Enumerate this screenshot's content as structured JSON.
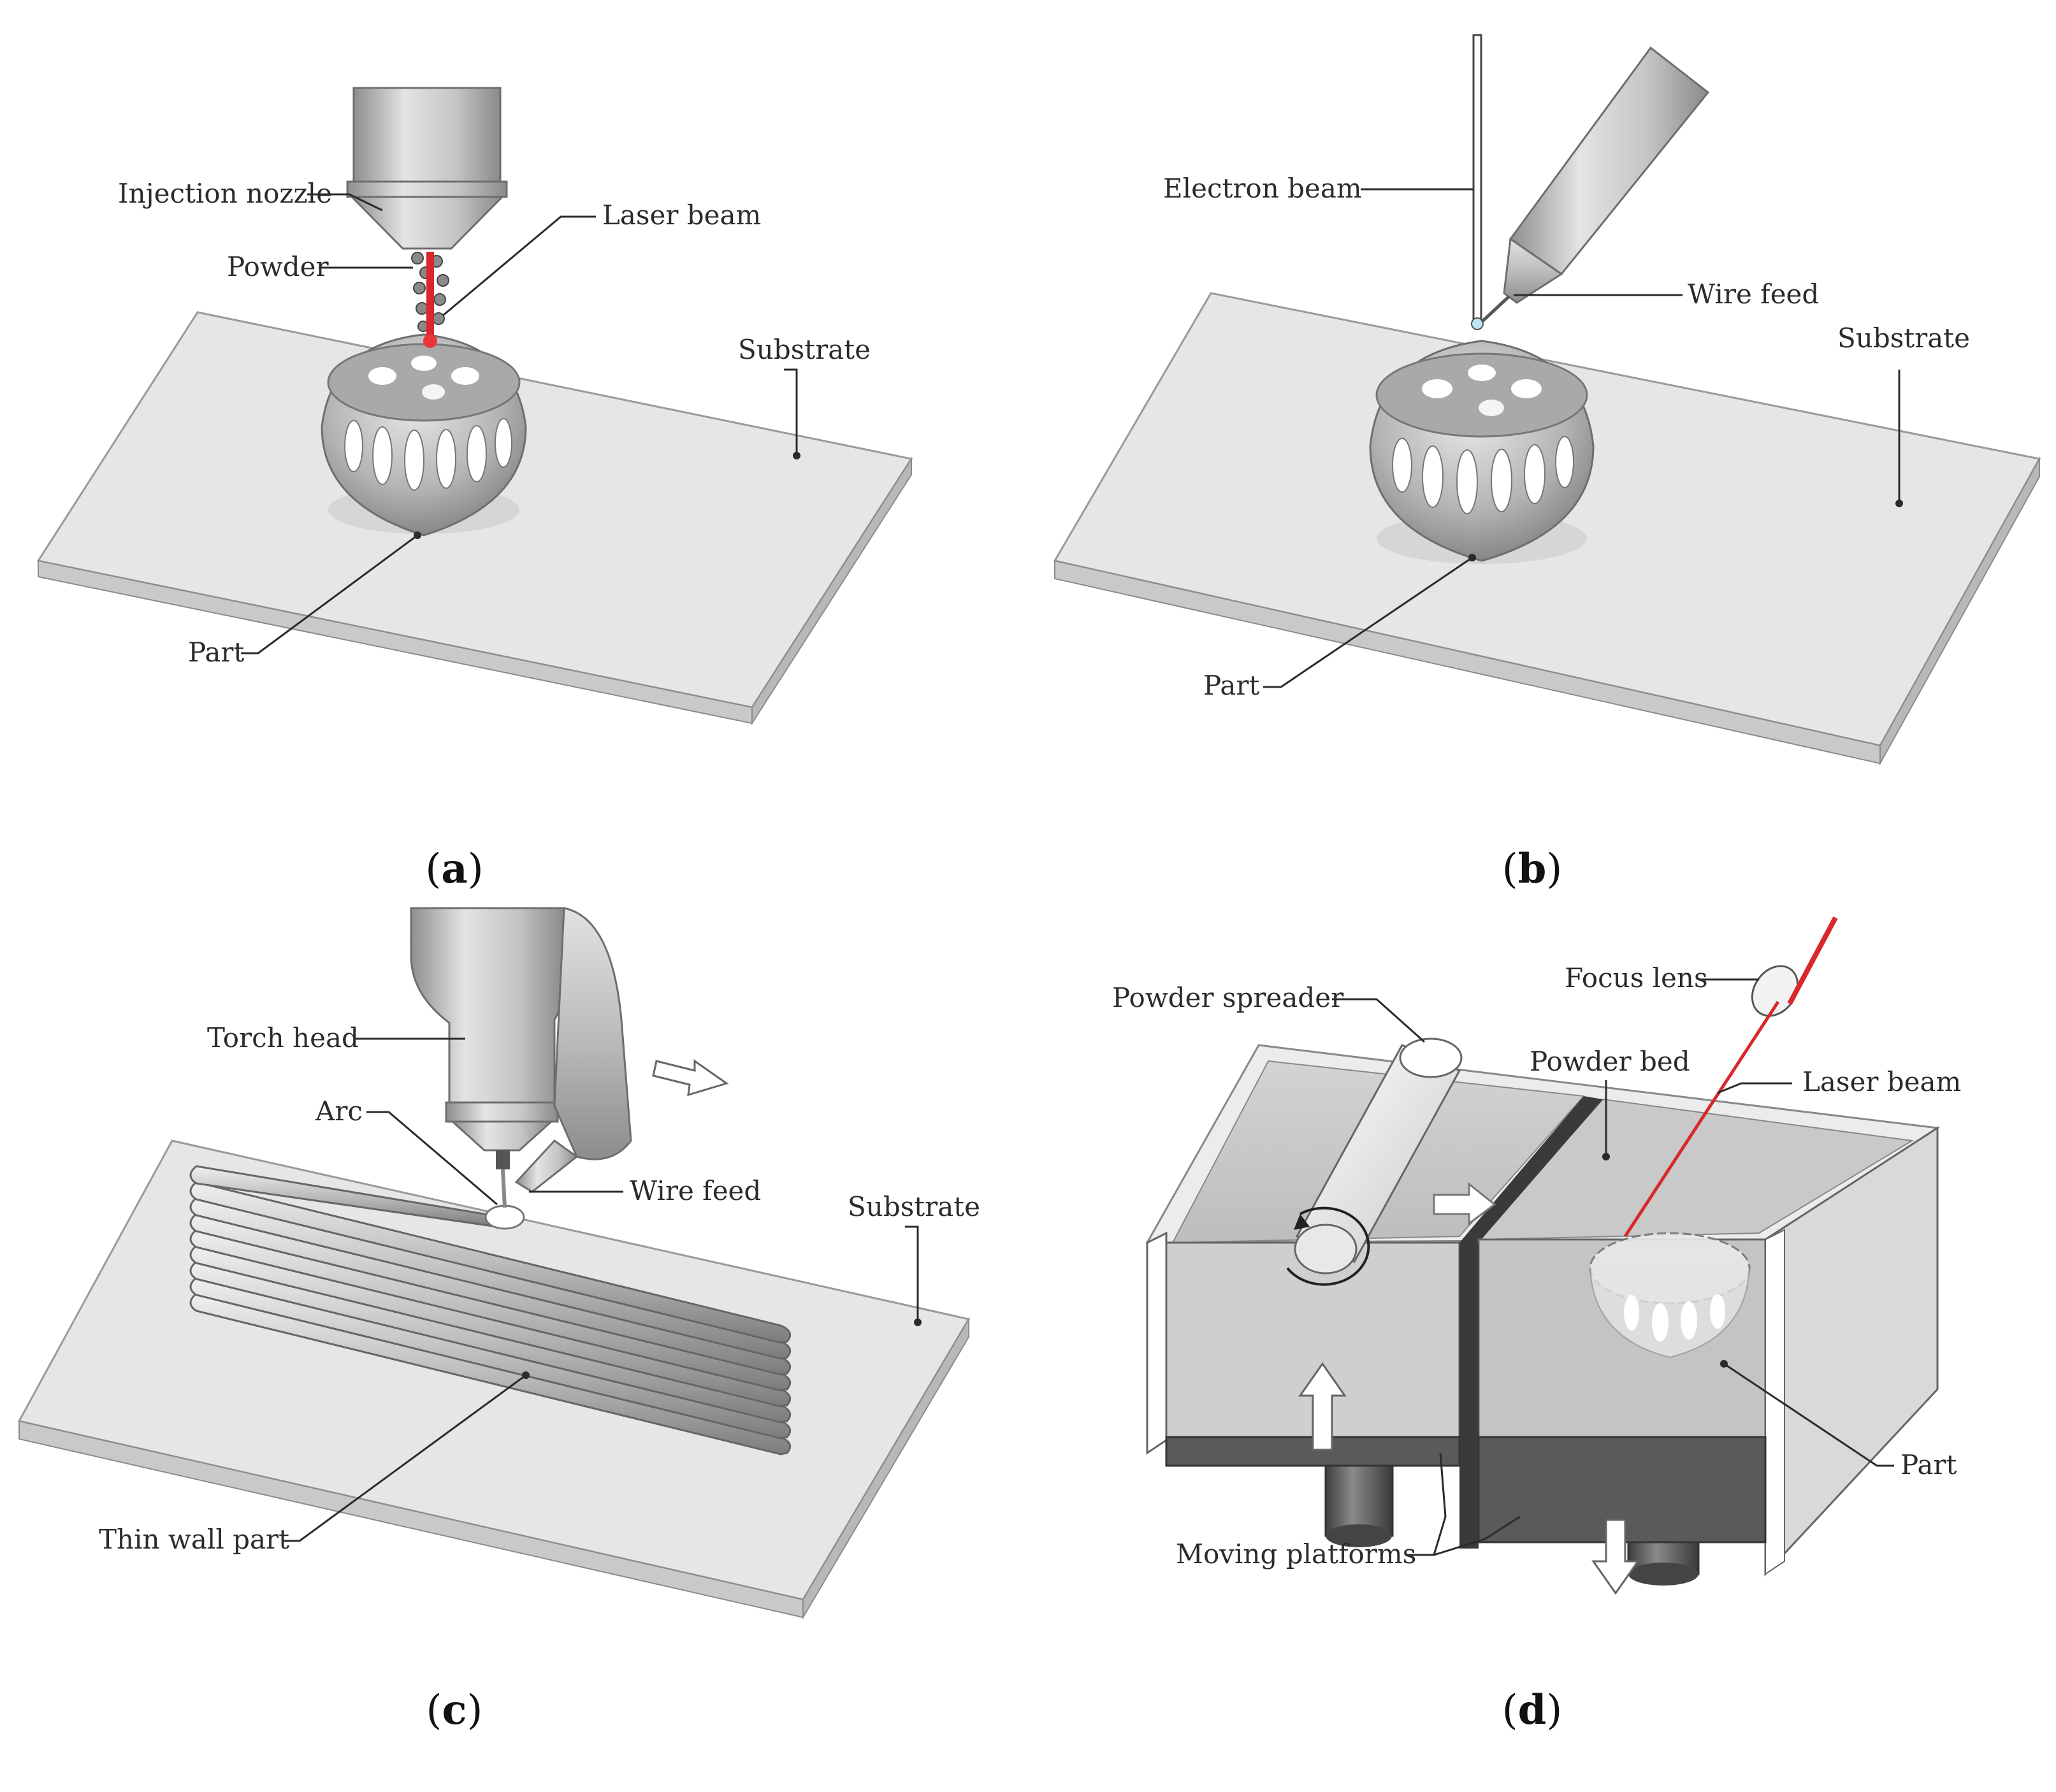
{
  "panels": [
    {
      "id": "a",
      "caption": {
        "open": "(",
        "letter": "a",
        "close": ")"
      },
      "labels": [
        "Injection nozzle",
        "Laser beam",
        "Powder",
        "Substrate",
        "Part"
      ]
    },
    {
      "id": "b",
      "caption": {
        "open": "(",
        "letter": "b",
        "close": ")"
      },
      "labels": [
        "Electron beam",
        "Wire feed",
        "Substrate",
        "Part"
      ]
    },
    {
      "id": "c",
      "caption": {
        "open": "(",
        "letter": "c",
        "close": ")"
      },
      "labels": [
        "Torch head",
        "Arc",
        "Wire feed",
        "Substrate",
        "Thin wall part"
      ]
    },
    {
      "id": "d",
      "caption": {
        "open": "(",
        "letter": "d",
        "close": ")"
      },
      "labels": [
        "Powder spreader",
        "Focus lens",
        "Powder bed",
        "Laser beam",
        "Part",
        "Moving platforms"
      ]
    }
  ],
  "colors": {
    "substrate": "#e6e6e4",
    "metal": "#b9b9b9",
    "laser": "#d8282c",
    "dark_platform": "#5a5a5a"
  }
}
